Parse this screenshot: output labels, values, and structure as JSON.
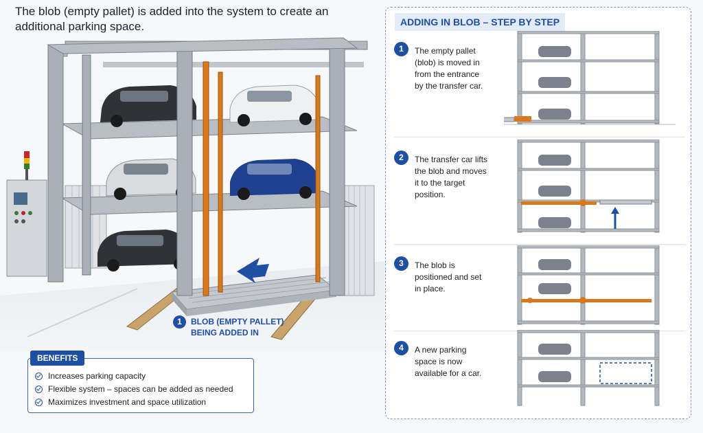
{
  "headline": "The blob (empty pallet) is added into the system to create an additional parking space.",
  "callout": {
    "number": "1",
    "line1": "BLOB (EMPTY PALLET)",
    "line2": "BEING ADDED IN"
  },
  "benefits": {
    "title": "BENEFITS",
    "items": [
      "Increases parking capacity",
      "Flexible system – spaces can be added as needed",
      "Maximizes investment and space utilization"
    ]
  },
  "panel": {
    "title": "ADDING IN BLOB – STEP BY STEP",
    "steps": [
      {
        "number": "1",
        "text": "The empty pallet (blob) is moved in from the entrance by the transfer car."
      },
      {
        "number": "2",
        "text": "The transfer car lifts the blob and moves it to the target position."
      },
      {
        "number": "3",
        "text": "The blob is positioned and set in place."
      },
      {
        "number": "4",
        "text": "A new parking space is now available for a car."
      }
    ]
  },
  "colors": {
    "accent": "#1f4fa3",
    "steel": "#a7adb5",
    "orange": "#d9791d"
  }
}
